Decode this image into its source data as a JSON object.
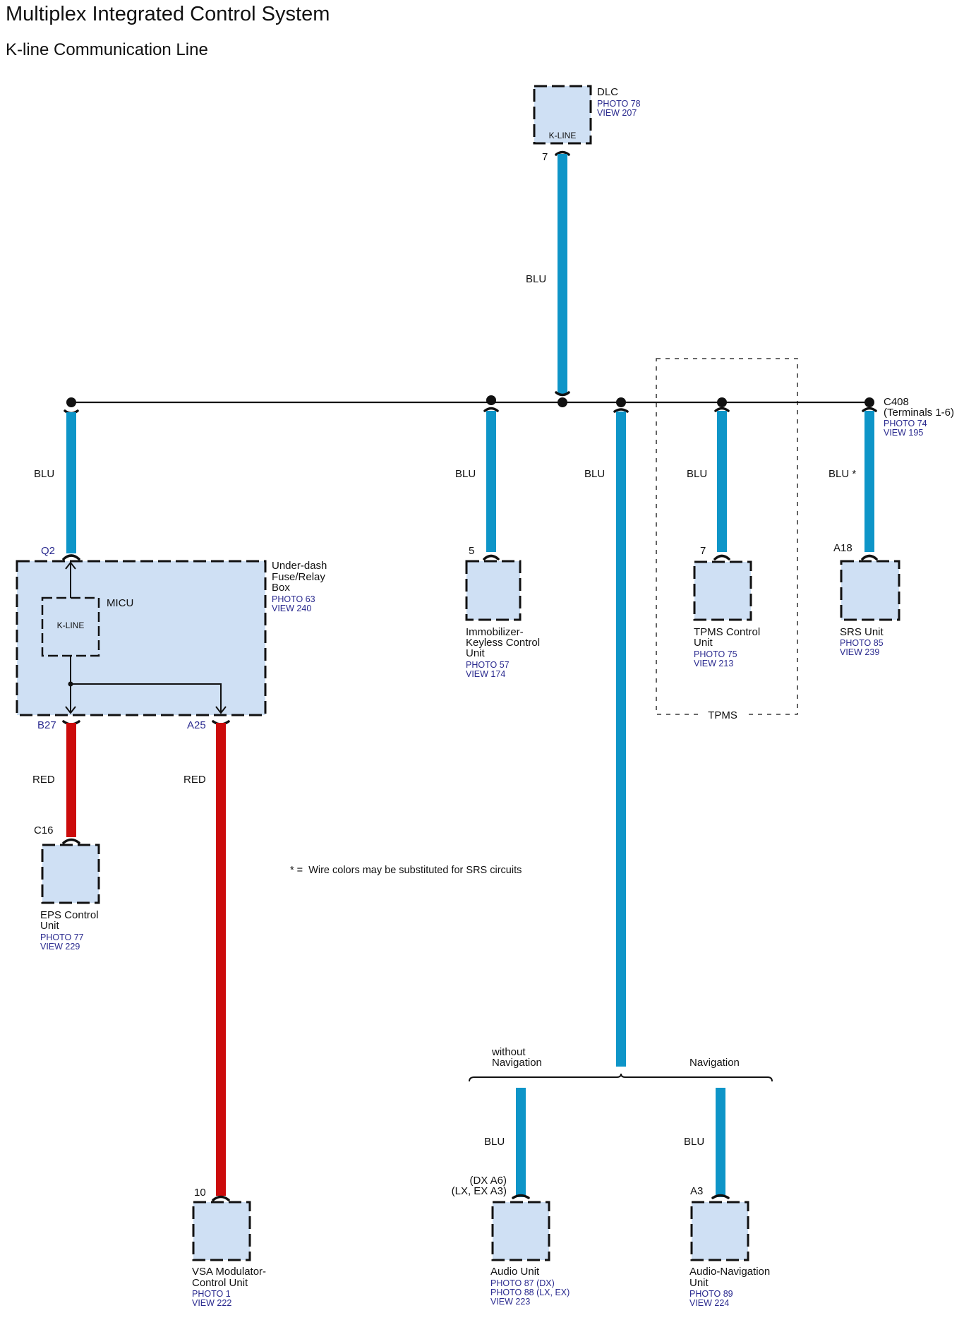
{
  "header": {
    "title": "Multiplex Integrated Control System",
    "subtitle": "K-line Communication Line"
  },
  "colors": {
    "wire_blu": "#0e95c8",
    "wire_red": "#cc0b0b",
    "component_fill": "#cfe0f4",
    "reference_text": "#2a2a8f"
  },
  "components": {
    "dlc": {
      "name": "DLC",
      "photo": "PHOTO 78",
      "view": "VIEW 207",
      "inner_label": "K-LINE",
      "pin": "7",
      "wire": "BLU"
    },
    "c408": {
      "name": "C408",
      "detail": "(Terminals 1-6)",
      "photo": "PHOTO 74",
      "view": "VIEW 195"
    },
    "fuse_box": {
      "name_lines": [
        "Under-dash",
        "Fuse/Relay",
        "Box"
      ],
      "photo": "PHOTO 63",
      "view": "VIEW 240",
      "pin_top": "Q2",
      "pin_b": "B27",
      "pin_a": "A25",
      "wire_top": "BLU",
      "wire_b": "RED",
      "wire_a": "RED"
    },
    "micu": {
      "name": "MICU",
      "inner_label": "K-LINE"
    },
    "eps": {
      "name_lines": [
        "EPS Control",
        "Unit"
      ],
      "photo": "PHOTO 77",
      "view": "VIEW 229",
      "pin": "C16"
    },
    "vsa": {
      "name_lines": [
        "VSA Modulator-",
        "Control Unit"
      ],
      "photo": "PHOTO 1",
      "view": "VIEW 222",
      "pin": "10"
    },
    "immobilizer": {
      "name_lines": [
        "Immobilizer-",
        "Keyless Control",
        "Unit"
      ],
      "photo": "PHOTO 57",
      "view": "VIEW 174",
      "pin": "5",
      "wire": "BLU"
    },
    "audio_trunk": {
      "wire": "BLU"
    },
    "tpms": {
      "name_lines": [
        "TPMS Control",
        "Unit"
      ],
      "photo": "PHOTO 75",
      "view": "VIEW 213",
      "pin": "7",
      "wire": "BLU",
      "group_label": "TPMS"
    },
    "srs": {
      "name_lines": [
        "SRS Unit"
      ],
      "photo": "PHOTO 85",
      "view": "VIEW 239",
      "pin": "A18",
      "wire": "BLU *"
    },
    "audio_unit": {
      "name_lines": [
        "Audio Unit"
      ],
      "refs": [
        "PHOTO 87 (DX)",
        "PHOTO 88 (LX, EX)",
        "VIEW 223"
      ],
      "pin_lines": [
        "(DX A6)",
        "(LX, EX A3)"
      ],
      "wire": "BLU",
      "variant_label_lines": [
        "without",
        "Navigation"
      ]
    },
    "audio_nav": {
      "name_lines": [
        "Audio-Navigation",
        "Unit"
      ],
      "photo": "PHOTO 89",
      "view": "VIEW 224",
      "pin": "A3",
      "wire": "BLU",
      "variant_label": "Navigation"
    }
  },
  "note": "* =  Wire colors may be substituted for SRS circuits"
}
